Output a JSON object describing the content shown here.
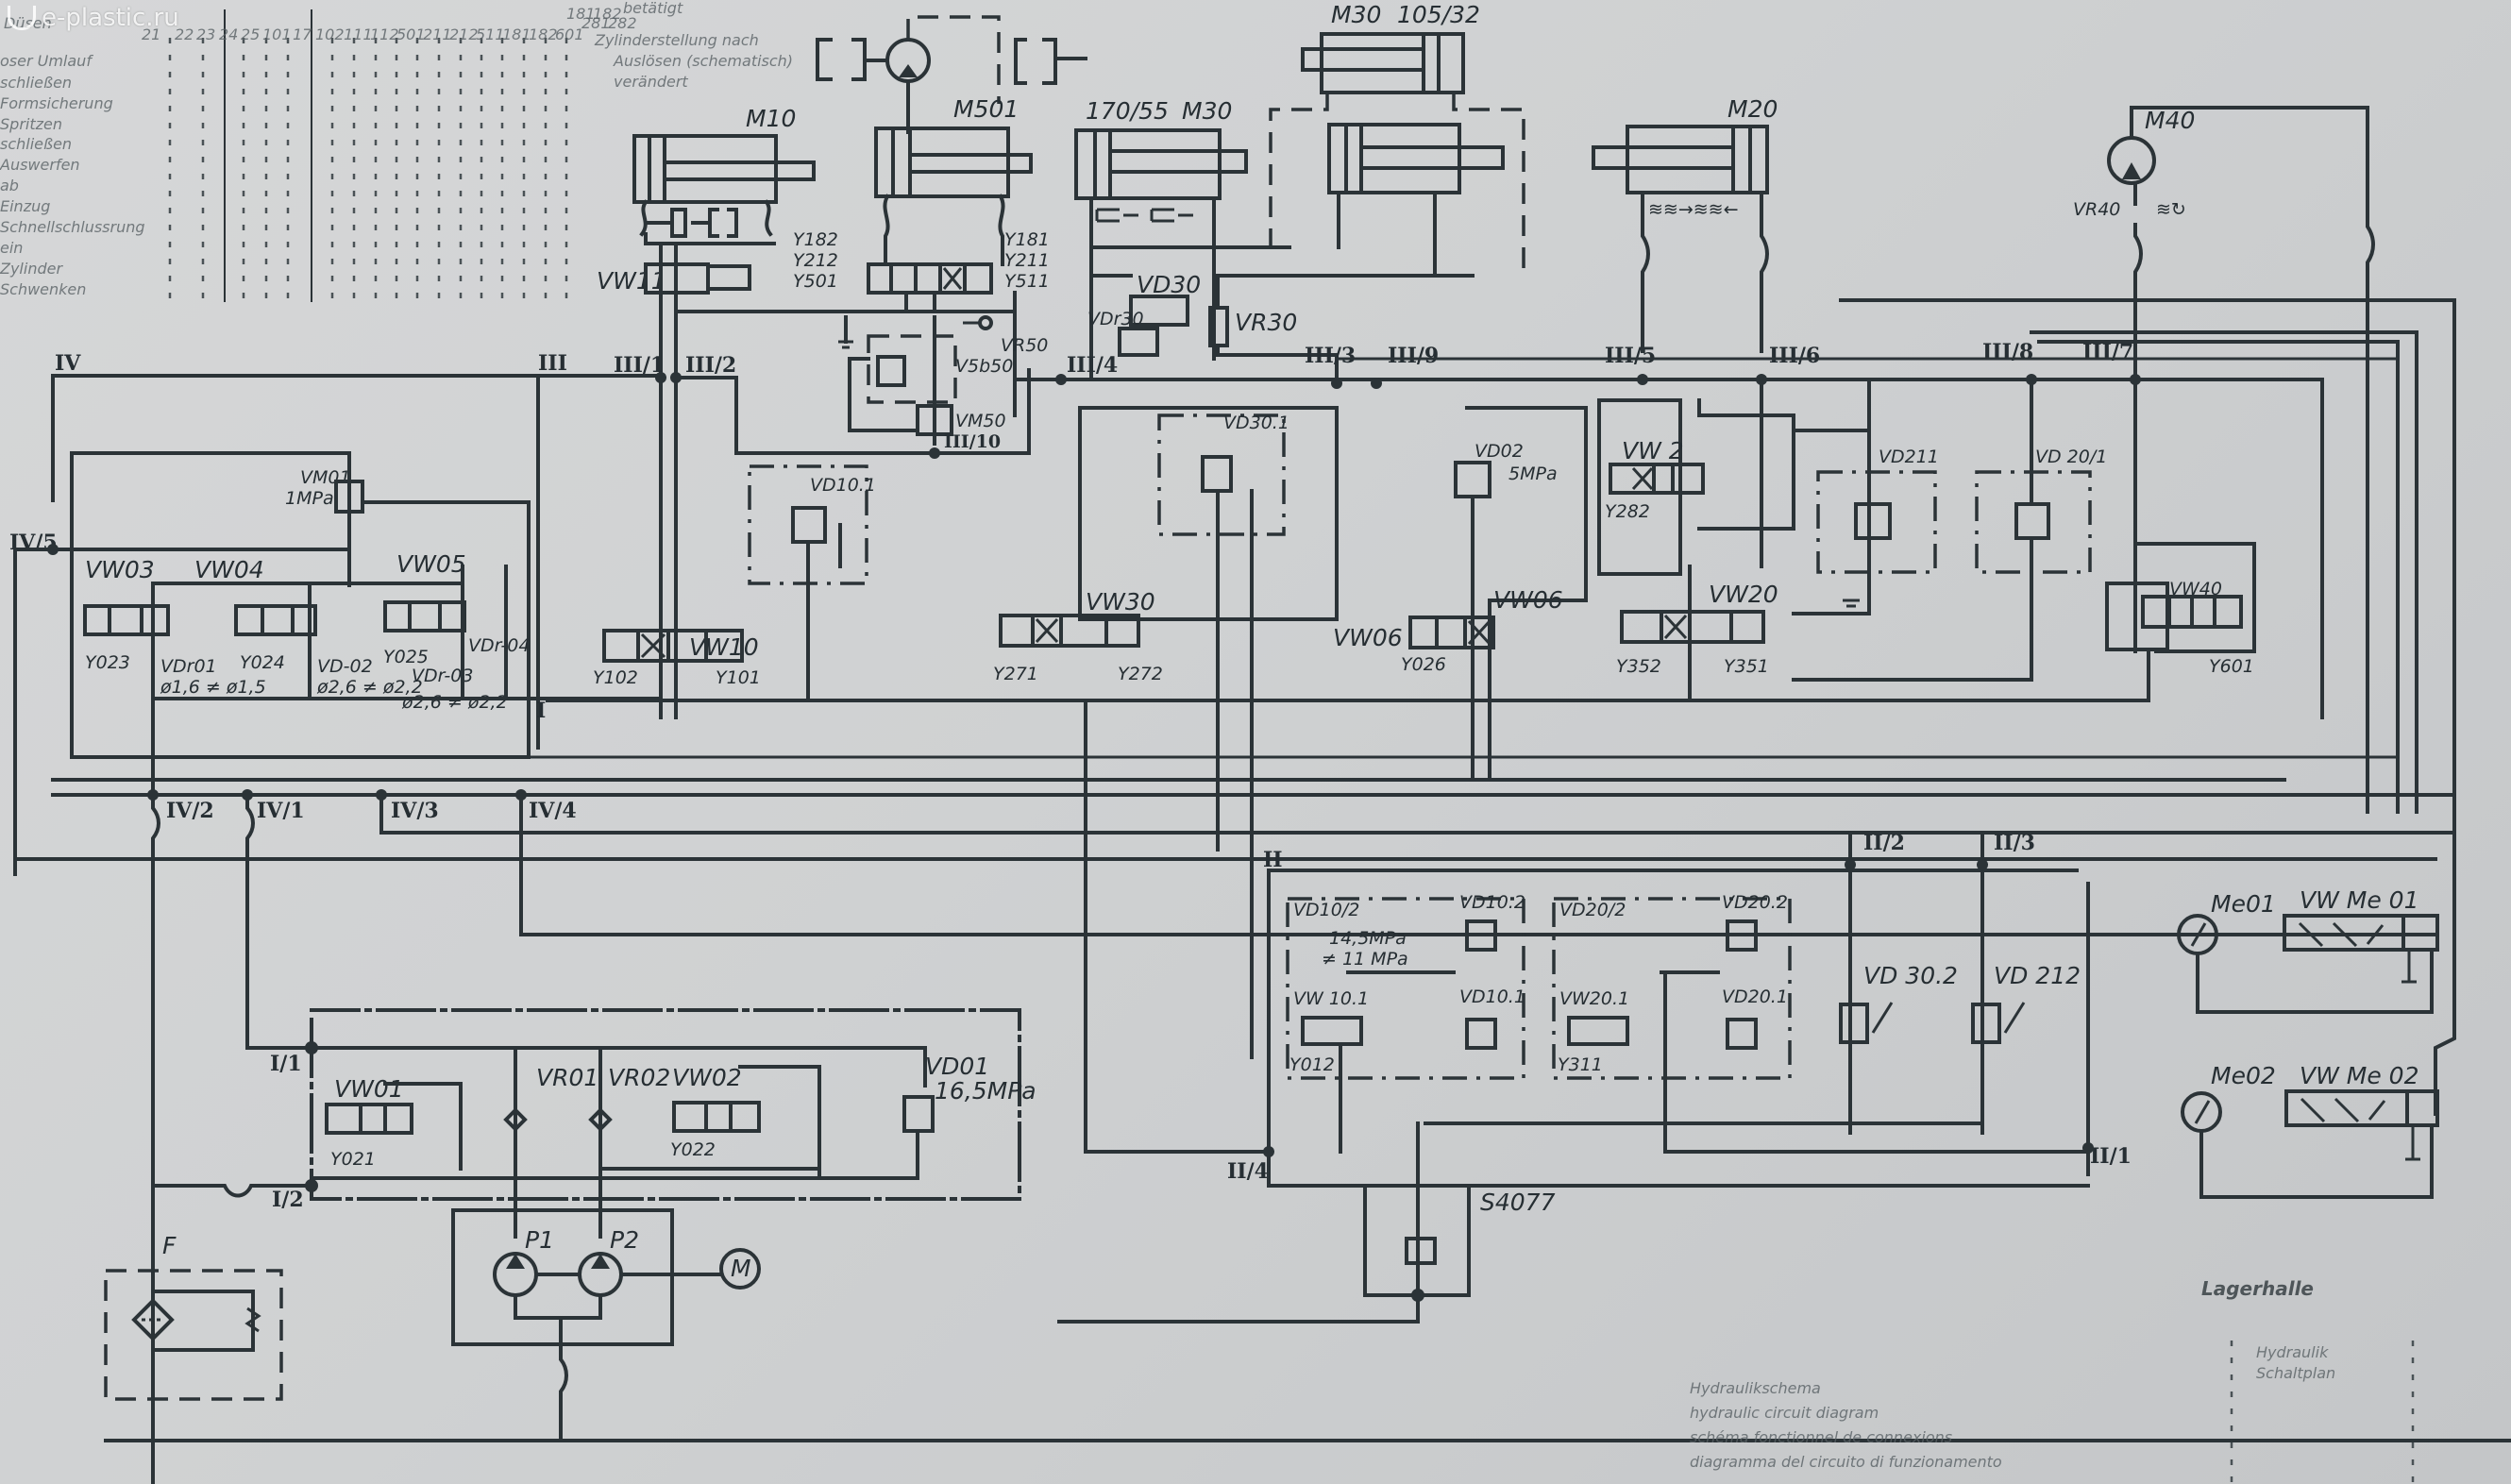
{
  "watermark": "e-plastic.ru",
  "legend_table": {
    "column_numbers": [
      "21",
      "22",
      "23",
      "24",
      "25",
      "101",
      "17",
      "102",
      "111",
      "112",
      "501",
      "211",
      "212",
      "511",
      "181",
      "182",
      "601",
      "281",
      "282",
      "181",
      "182"
    ],
    "row_labels": [
      "Düsen",
      "oser Umlauf",
      "schließen",
      "Formsicherung",
      "Spritzen",
      "schließen",
      "Auswerfen",
      "ab",
      "Einzug",
      "Schnellschlussrung",
      "ein",
      "Zylinder",
      "Schwenken"
    ]
  },
  "header_note": {
    "title": "betätigt",
    "lines": [
      "Zylinderstellung nach",
      "Auslösen (schematisch)",
      "verändert"
    ]
  },
  "actuators": [
    {
      "id": "M10",
      "label": "M10"
    },
    {
      "id": "M501",
      "label": "M501"
    },
    {
      "id": "M30a",
      "label": "M30",
      "size": "170/55"
    },
    {
      "id": "M30b",
      "label": "M30",
      "size": "105/32"
    },
    {
      "id": "M20",
      "label": "M20"
    },
    {
      "id": "M40",
      "label": "M40"
    }
  ],
  "valves": {
    "VW11": "VW11",
    "Y182": "Y182",
    "Y212": "Y212",
    "Y501": "Y501",
    "Y181": "Y181",
    "Y211": "Y211",
    "Y511": "Y511",
    "VD30": "VD30",
    "VDr30": "VDr30",
    "VR30": "VR30",
    "VR50": "VR50",
    "V5b50": "V5b50",
    "VM50": "VM50",
    "VM01": "VM01",
    "VM01_p": "1MPa",
    "VW03": "VW03",
    "VW04": "VW04",
    "VW05": "VW05",
    "Y023": "Y023",
    "Y024": "Y024",
    "Y025": "Y025",
    "VDr01": "VDr01",
    "VDr01_d": "ø1,6 ≠ ø1,5",
    "VDr02": "VD-02",
    "VDr02_d": "ø2,6 ≠ ø2,2",
    "VDr03": "VDr-03",
    "VDr03_d": "ø2,6 ≠ ø2,2",
    "VDr04": "VDr-04",
    "VW10": "VW10",
    "Y102": "Y102",
    "Y101": "Y101",
    "VD10_1": "VD10.1",
    "VD30_1": "VD30.1",
    "VW30": "VW30",
    "Y271": "Y271",
    "Y272": "Y272",
    "VD02": "VD02",
    "VD02_p": "5MPa",
    "VW06": "VW06",
    "VW06b": "VW06",
    "Y026": "Y026",
    "VW2": "VW 2",
    "Y282": "Y282",
    "VW20": "VW20",
    "Y352": "Y352",
    "Y351": "Y351",
    "VD211": "VD211",
    "VD20_1": "VD 20/1",
    "VW40": "VW40",
    "Y601": "Y601",
    "VR40": "VR40",
    "VD10_2": "VD10/2",
    "VD10_2p1": "14,5MPa",
    "VD10_2p2": "≠ 11 MPa",
    "VD10_2b": "VD10.2",
    "VD10_1b": "VD10.1",
    "VW10_1": "VW 10.1",
    "Y012": "Y012",
    "VD20_2": "VD20/2",
    "VD20_2b": "VD20.2",
    "VD20_1b": "VD20.1",
    "VW20_1": "VW20.1",
    "Y311": "Y311",
    "VD30_2": "VD 30.2",
    "VD212": "VD 212",
    "S4077": "S4077",
    "Me01": "Me01",
    "VWMe01": "VW Me 01",
    "Me02": "Me02",
    "VWMe02": "VW Me 02",
    "VW01": "VW01",
    "Y021": "Y021",
    "VR01": "VR01",
    "VR02": "VR02",
    "VW02": "VW02",
    "Y022": "Y022",
    "VD01": "VD01",
    "VD01_p": "16,5MPa",
    "P1": "P1",
    "P2": "P2",
    "M": "M",
    "F": "F"
  },
  "bus_labels": {
    "IV": "IV",
    "III": "III",
    "III_1": "III/1",
    "III_2": "III/2",
    "III_4": "III/4",
    "III_10": "III/10",
    "III_3": "III/3",
    "III_9": "III/9",
    "III_5": "III/5",
    "III_6": "III/6",
    "III_8": "III/8",
    "III_7": "III/7",
    "IV_15": "IV/5",
    "IV_2": "IV/2",
    "IV_1": "IV/1",
    "IV_3": "IV/3",
    "IV_4": "IV/4",
    "I": "I",
    "II": "II",
    "II_2": "II/2",
    "II_3": "II/3",
    "II_4": "II/4",
    "II_1": "II/1",
    "I_1": "I/1",
    "I_2": "I/2"
  },
  "title_block": {
    "brand": "Lagerhalle",
    "lines": [
      "Hydraulikschema",
      "hydraulic circuit diagram",
      "schéma fonctionnel de connexions",
      "diagramma del circuito di funzionamento"
    ],
    "side_lines": [
      "Hydraulik",
      "Schaltplan"
    ]
  }
}
